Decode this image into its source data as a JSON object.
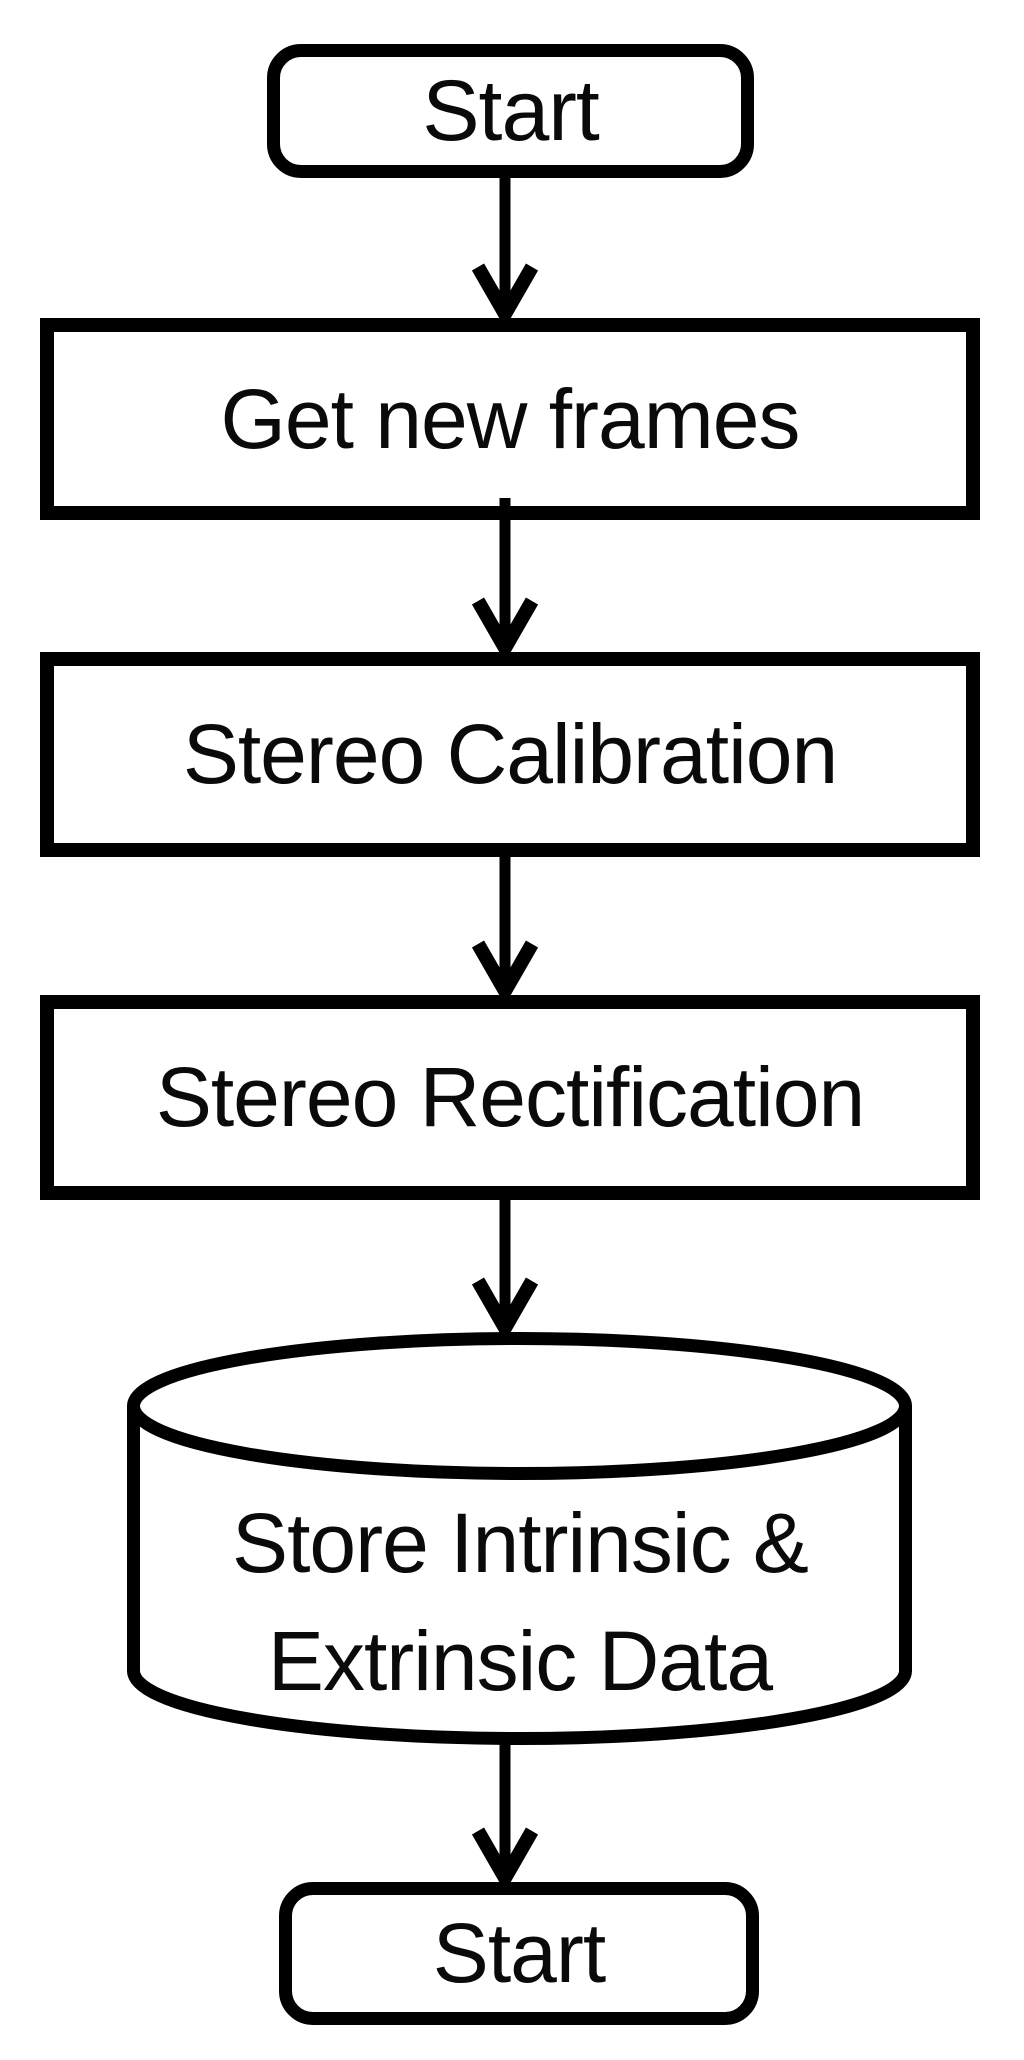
{
  "diagram": {
    "type": "flowchart",
    "orientation": "top-down",
    "colors": {
      "background": "#ffffff",
      "stroke": "#000000",
      "text": "#0a0a0a",
      "node_fill": "#ffffff"
    },
    "nodes": [
      {
        "id": "start-top",
        "shape": "rounded-rectangle",
        "label": "Start"
      },
      {
        "id": "get-new-frames",
        "shape": "rectangle",
        "label": "Get new frames"
      },
      {
        "id": "stereo-calibration",
        "shape": "rectangle",
        "label": "Stereo Calibration"
      },
      {
        "id": "stereo-rectification",
        "shape": "rectangle",
        "label": "Stereo Rectification"
      },
      {
        "id": "store-data",
        "shape": "cylinder",
        "label": "Store Intrinsic & Extrinsic Data",
        "line1": "Store Intrinsic &",
        "line2": "Extrinsic Data"
      },
      {
        "id": "start-bottom",
        "shape": "rounded-rectangle",
        "label": "Start"
      }
    ],
    "edges": [
      {
        "from": "start-top",
        "to": "get-new-frames",
        "style": "arrow-down"
      },
      {
        "from": "get-new-frames",
        "to": "stereo-calibration",
        "style": "arrow-down"
      },
      {
        "from": "stereo-calibration",
        "to": "stereo-rectification",
        "style": "arrow-down"
      },
      {
        "from": "stereo-rectification",
        "to": "store-data",
        "style": "arrow-down"
      },
      {
        "from": "store-data",
        "to": "start-bottom",
        "style": "arrow-down"
      }
    ]
  }
}
